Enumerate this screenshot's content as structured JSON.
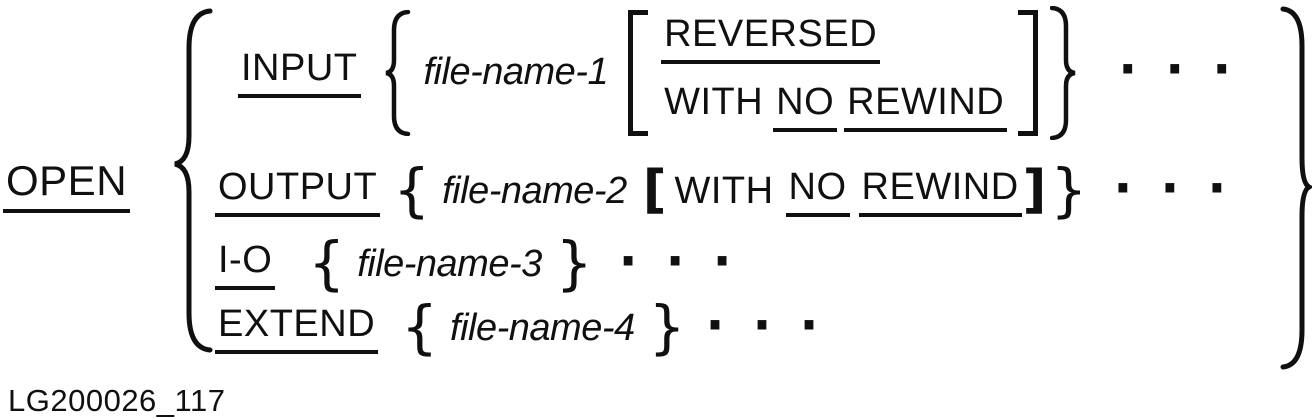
{
  "figure_label": "LG200026_117",
  "colors": {
    "ink": "#101010",
    "background": "#ffffff"
  },
  "syntax": {
    "verb": "OPEN",
    "ellipsis": "···",
    "line1": {
      "keyword": "INPUT",
      "operand": "file-name-1",
      "option_reversed": "REVERSED",
      "option_with": "WITH",
      "option_no": "NO",
      "option_rewind": "REWIND"
    },
    "line2": {
      "keyword": "OUTPUT",
      "open_brace": "{",
      "operand": "file-name-2",
      "open_bracket": "[",
      "option_with": "WITH",
      "option_no": "NO",
      "option_rewind": "REWIND",
      "close_bracket": "]",
      "close_brace": "}"
    },
    "line3": {
      "keyword": "I-O",
      "open_brace": "{",
      "operand": "file-name-3",
      "close_brace": "}"
    },
    "line4": {
      "keyword": "EXTEND",
      "open_brace": "{",
      "operand": "file-name-4",
      "close_brace": "}"
    }
  }
}
